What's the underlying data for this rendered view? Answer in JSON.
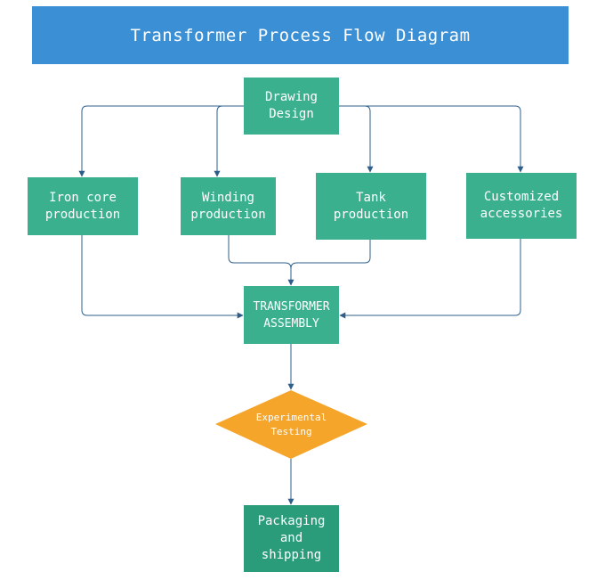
{
  "title": "Transformer Process Flow Diagram",
  "nodes": {
    "drawing_design": "Drawing\nDesign",
    "iron_core": "Iron core\nproduction",
    "winding": "Winding\nproduction",
    "tank": "Tank\nproduction",
    "accessories": "Customized\naccessories",
    "assembly": "TRANSFORMER\nASSEMBLY",
    "testing": "Experimental\nTesting",
    "packaging": "Packaging\nand\nshipping"
  },
  "colors": {
    "title_bar": "#3b8fd4",
    "node": "#3bb08e",
    "node_dark": "#2a9c7a",
    "decision": "#f4a52a",
    "connector": "#2e5f8a"
  }
}
